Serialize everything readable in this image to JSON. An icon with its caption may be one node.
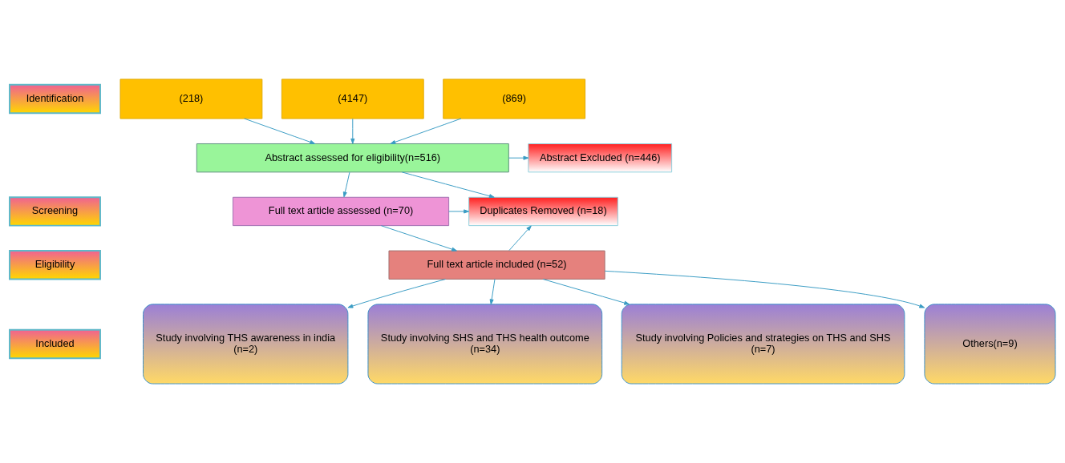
{
  "diagram": {
    "nodes": [
      {
        "text": [
          "Identification"
        ]
      },
      {
        "text": [
          "Screening"
        ]
      },
      {
        "text": [
          "Eligibility"
        ]
      },
      {
        "text": [
          "Included"
        ]
      },
      {
        "text": [
          "(218)"
        ]
      },
      {
        "text": [
          "(4147)"
        ]
      },
      {
        "text": [
          "(869)"
        ]
      },
      {
        "text": [
          "Abstract assessed for eligibility(n=516)"
        ]
      },
      {
        "text": [
          "Abstract Excluded (n=446)"
        ]
      },
      {
        "text": [
          "Full text article assessed (n=70)"
        ]
      },
      {
        "text": [
          "Duplicates Removed (n=18)"
        ]
      },
      {
        "text": [
          "Full text article included (n=52)"
        ]
      },
      {
        "text": [
          "Study involving THS awareness in india",
          "(n=2)"
        ]
      },
      {
        "text": [
          "Study involving SHS and THS health outcome",
          "(n=34)"
        ]
      },
      {
        "text": [
          "Study involving Policies and strategies on THS and SHS",
          "(n=7)"
        ]
      },
      {
        "text": [
          "Others(n=9)"
        ]
      }
    ],
    "edges": [
      {
        "from": 4,
        "to": 7,
        "arrow": "to"
      },
      {
        "from": 5,
        "to": 7,
        "arrow": "to"
      },
      {
        "from": 6,
        "to": 7,
        "arrow": "to"
      },
      {
        "from": 7,
        "to": 8,
        "arrow": "to"
      },
      {
        "from": 7,
        "to": 10,
        "arrow": "to"
      },
      {
        "from": 7,
        "to": 9,
        "arrow": "to"
      },
      {
        "from": 9,
        "to": 10,
        "arrow": "to"
      },
      {
        "from": 9,
        "to": 11,
        "arrow": "to"
      },
      {
        "from": 11,
        "to": 10,
        "arrow": "to"
      },
      {
        "from": 11,
        "to": 12,
        "arrow": "to"
      },
      {
        "from": 11,
        "to": 13,
        "arrow": "to"
      },
      {
        "from": 11,
        "to": 14,
        "arrow": "to"
      },
      {
        "from": 11,
        "to": 15,
        "arrow": "to"
      }
    ]
  }
}
